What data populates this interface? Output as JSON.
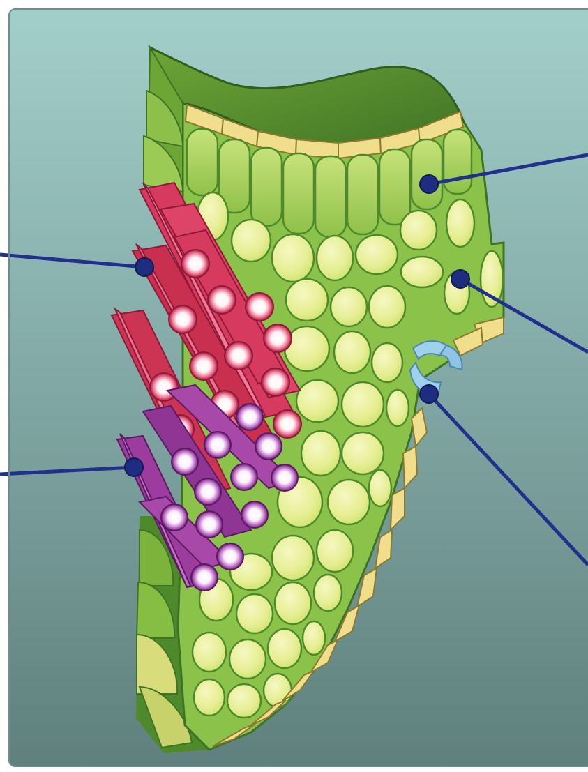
{
  "diagram": {
    "subject": "leaf-cross-section",
    "colors": {
      "background_top": "#a3cfcb",
      "background_bottom": "#5f807d",
      "leaf_surface": "#58922e",
      "leaf_surface_dark": "#3e7326",
      "leaf_fill": "#8bc34a",
      "cell_fill": "#e8ef9a",
      "cell_border": "#4e8a2b",
      "epidermis": "#f1de8c",
      "xylem": "#d63a5e",
      "phloem": "#9c3c9e",
      "guard_cell": "#8fc4e3",
      "pointer_line": "#20308c",
      "pointer_dot": "#1f2d80"
    },
    "pointers": [
      {
        "name": "pointer-palisade-layer",
        "icon": "dot-with-line"
      },
      {
        "name": "pointer-spongy-layer",
        "icon": "dot-with-line"
      },
      {
        "name": "pointer-stoma",
        "icon": "dot-with-line"
      },
      {
        "name": "pointer-xylem",
        "icon": "dot-with-line"
      },
      {
        "name": "pointer-phloem",
        "icon": "dot-with-line"
      }
    ]
  }
}
